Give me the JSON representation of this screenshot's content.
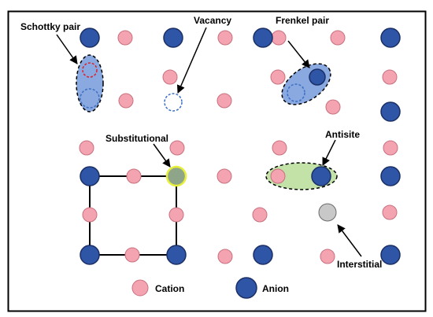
{
  "labels": {
    "schottky": "Schottky pair",
    "vacancy": "Vacancy",
    "frenkel": "Frenkel pair",
    "substitutional": "Substitutional",
    "antisite": "Antisite",
    "interstitial": "Interstitial"
  },
  "legend": {
    "cation": "Cation",
    "anion": "Anion"
  },
  "colors": {
    "cation_fill": "#f4a4b0",
    "cation_stroke": "#c9707e",
    "anion_fill": "#2f56a6",
    "anion_stroke": "#1b2f66",
    "interstitial_fill": "#c8c8c8",
    "substitutional_fill": "#8ea58a",
    "substitutional_stroke": "#e8ef3a",
    "schottky_region": "#8aa9e0",
    "antisite_region": "#c3e2a8",
    "vacancy_stroke": "#3a6fc2",
    "red_dashed": "#d9232a"
  }
}
